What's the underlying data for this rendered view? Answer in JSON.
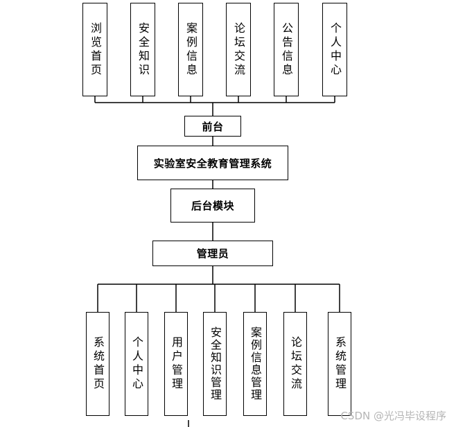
{
  "front_modules": [
    {
      "id": "browse-home",
      "label": "浏览首页"
    },
    {
      "id": "safety-knowledge",
      "label": "安全知识"
    },
    {
      "id": "case-info",
      "label": "案例信息"
    },
    {
      "id": "forum",
      "label": "论坛交流"
    },
    {
      "id": "announcement-info",
      "label": "公告信息"
    },
    {
      "id": "personal-center",
      "label": "个人中心"
    }
  ],
  "frontend_label": "前台",
  "system_label": "实验室安全教育管理系统",
  "backend_label": "后台模块",
  "admin_label": "管理员",
  "admin_modules": [
    {
      "id": "system-home",
      "label": "系统首页"
    },
    {
      "id": "personal-center",
      "label": "个人中心"
    },
    {
      "id": "user-management",
      "label": "用户管理"
    },
    {
      "id": "safety-knowledge-management",
      "label": "安全知识管理"
    },
    {
      "id": "case-info-management",
      "label": "案例信息管理"
    },
    {
      "id": "forum",
      "label": "论坛交流"
    },
    {
      "id": "system-management",
      "label": "系统管理"
    }
  ],
  "watermark": "CSDN @光冯毕设程序"
}
